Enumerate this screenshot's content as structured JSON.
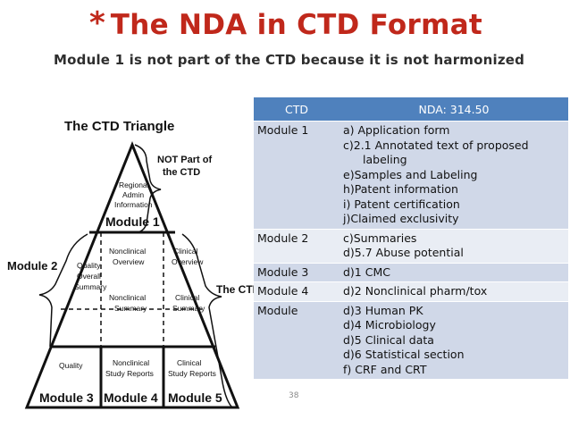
{
  "title": {
    "bullet": "*",
    "text": "The NDA in CTD Format",
    "subtitle": "Module 1 is not part of the CTD because it is not harmonized"
  },
  "diagram": {
    "heading": "The CTD Triangle",
    "not_part_label": [
      "NOT Part of",
      "the CTD"
    ],
    "top_box": [
      "Regional",
      "Admin",
      "Information"
    ],
    "module1": "Module 1",
    "module2": "Module 2",
    "the_ctd": "The CTD",
    "quality_overall": [
      "Quality",
      "Overall",
      "Summary"
    ],
    "nonclinical_overview": [
      "Nonclinical",
      "Overview"
    ],
    "clinical_overview": [
      "Clinical",
      "Overview"
    ],
    "nonclinical_summary": [
      "Nonclinical",
      "Summary"
    ],
    "clinical_summary": [
      "Clinical",
      "Summary"
    ],
    "quality": "Quality",
    "nonclinical_reports": [
      "Nonclinical",
      "Study Reports"
    ],
    "clinical_reports": [
      "Clinical",
      "Study Reports"
    ],
    "module3": "Module 3",
    "module4": "Module 4",
    "module5": "Module 5"
  },
  "table": {
    "headers": [
      "CTD",
      "NDA: 314.50"
    ],
    "rows": [
      {
        "module": "Module 1",
        "lines": [
          "a)  Application form",
          "c)2.1  Annotated text of proposed",
          "labeling",
          "e)Samples and Labeling",
          "h)Patent information",
          "i)   Patent certification",
          "j)Claimed exclusivity"
        ]
      },
      {
        "module": "Module 2",
        "lines": [
          "c)Summaries",
          "d)5.7  Abuse potential"
        ]
      },
      {
        "module": "Module 3",
        "lines": [
          "d)1 CMC"
        ]
      },
      {
        "module": "Module 4",
        "lines": [
          "d)2 Nonclinical pharm/tox"
        ]
      },
      {
        "module": "Module",
        "lines": [
          "d)3 Human PK",
          "d)4 Microbiology",
          "d)5 Clinical data",
          "d)6 Statistical section",
          "f) CRF and CRT"
        ]
      }
    ]
  },
  "page_number": "38"
}
